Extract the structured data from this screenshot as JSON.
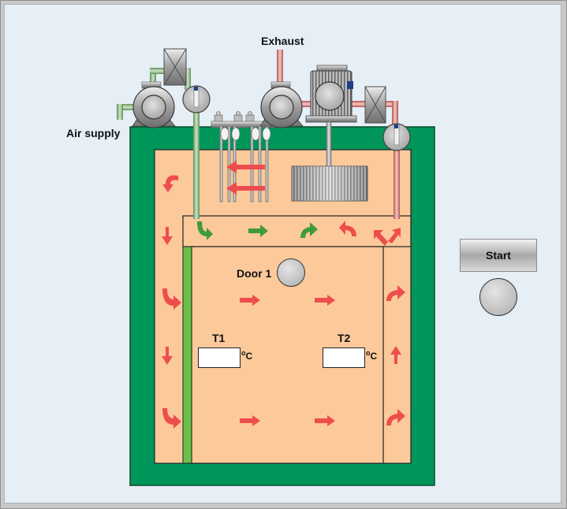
{
  "labels": {
    "exhaust": "Exhaust",
    "air_supply": "Air supply",
    "door": "Door 1",
    "t1": "T1",
    "t2": "T2",
    "unit_degree": "o",
    "unit_letter": "C"
  },
  "readouts": {
    "t1_value": "",
    "t2_value": ""
  },
  "controls": {
    "start_label": "Start"
  },
  "colors": {
    "oven_wall": "#00965a",
    "chamber_fill": "#fcc99a",
    "hot_arrow": "#ee4d4d",
    "fresh_arrow": "#3f9a3f",
    "door_strip": "#6cc04a",
    "exhaust_pipe": "#d9817a",
    "supply_pipe": "#8fbf84"
  },
  "icons": [
    "fan-icon",
    "motor-icon",
    "filter-icon",
    "valve-icon",
    "heater-element-icon",
    "impeller-icon",
    "arrow-icon"
  ]
}
